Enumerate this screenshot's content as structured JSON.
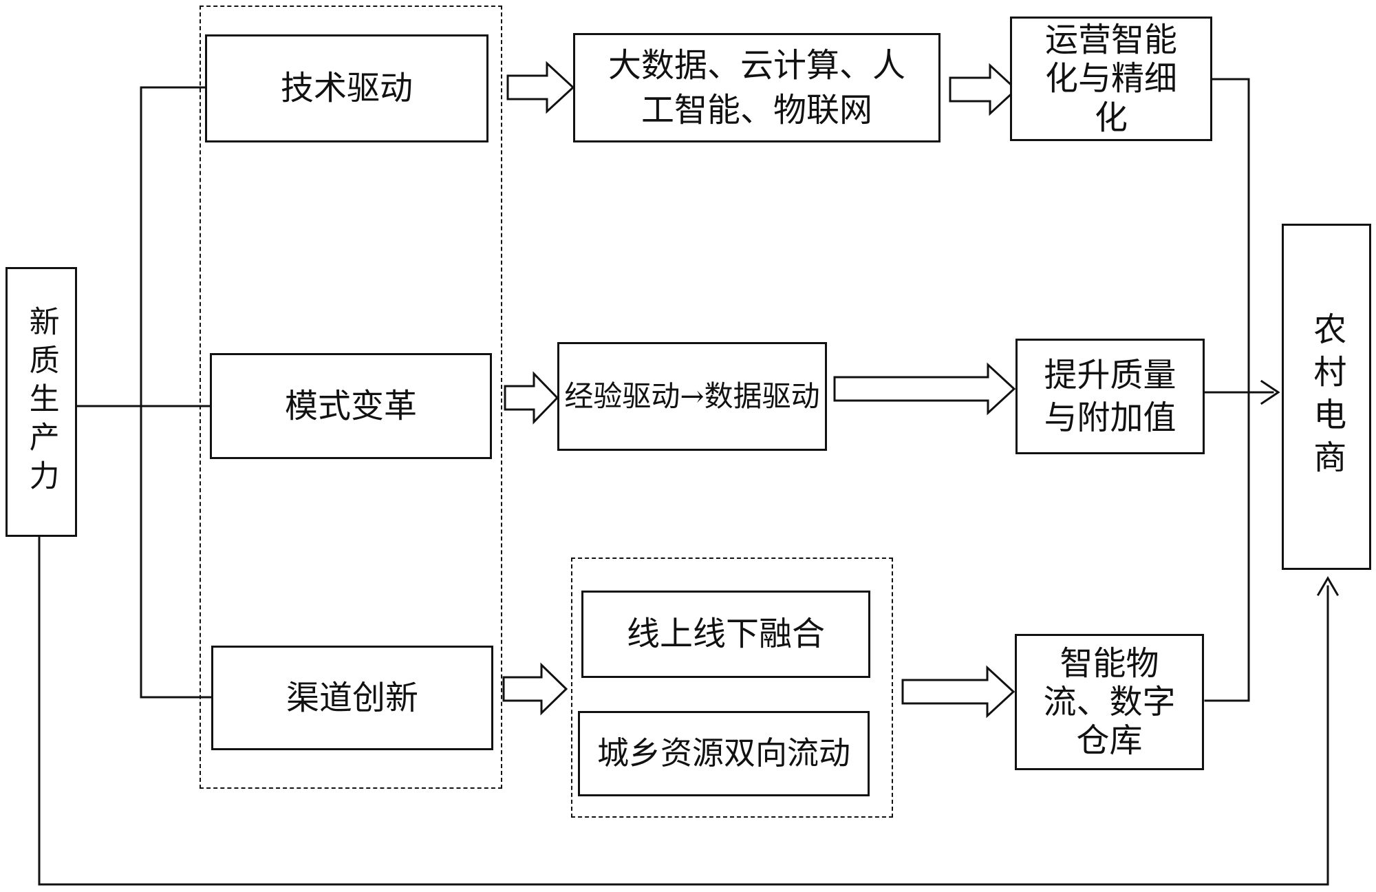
{
  "diagram": {
    "type": "flowchart",
    "nodes": {
      "source": {
        "label": "新质生产力"
      },
      "driver_tech": {
        "label": "技术驱动"
      },
      "driver_mode": {
        "label": "模式变革"
      },
      "driver_channel": {
        "label": "渠道创新"
      },
      "tech_detail": {
        "label": "大数据、云计算、人工智能、物联网"
      },
      "mode_detail": {
        "label": "经验驱动→数据驱动"
      },
      "channel_online": {
        "label": "线上线下融合"
      },
      "channel_flow": {
        "label": "城乡资源双向流动"
      },
      "outcome_ops": {
        "label": "运营智能化与精细化"
      },
      "outcome_quality": {
        "label": "提升质量与附加值"
      },
      "outcome_logistics": {
        "label": "智能物流、数字仓库"
      },
      "target": {
        "label": "农村电商"
      }
    },
    "edges": [
      {
        "from": "新质生产力",
        "to": "技术驱动"
      },
      {
        "from": "新质生产力",
        "to": "模式变革"
      },
      {
        "from": "新质生产力",
        "to": "渠道创新"
      },
      {
        "from": "技术驱动",
        "to": "大数据、云计算、人工智能、物联网"
      },
      {
        "from": "大数据、云计算、人工智能、物联网",
        "to": "运营智能化与精细化"
      },
      {
        "from": "模式变革",
        "to": "经验驱动→数据驱动"
      },
      {
        "from": "经验驱动→数据驱动",
        "to": "提升质量与附加值"
      },
      {
        "from": "渠道创新",
        "to": "线上线下融合 / 城乡资源双向流动"
      },
      {
        "from": "线上线下融合 / 城乡资源双向流动",
        "to": "智能物流、数字仓库"
      },
      {
        "from": "运营智能化与精细化",
        "to": "农村电商"
      },
      {
        "from": "提升质量与附加值",
        "to": "农村电商"
      },
      {
        "from": "智能物流、数字仓库",
        "to": "农村电商"
      },
      {
        "from": "新质生产力",
        "to": "农村电商"
      }
    ],
    "colors": {
      "stroke": "#111111",
      "background": "#ffffff",
      "node_fill": "#ffffff"
    }
  }
}
